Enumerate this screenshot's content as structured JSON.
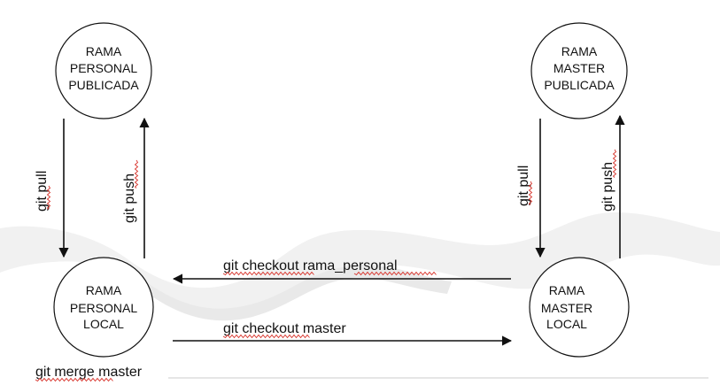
{
  "colors": {
    "ink": "#111111",
    "background_wave": "#f0f0f0",
    "spellcheck_underline": "#d8342c"
  },
  "nodes": {
    "personal_published": {
      "lines": [
        "RAMA",
        "PERSONAL",
        "PUBLICADA"
      ]
    },
    "master_published": {
      "lines": [
        "RAMA",
        "MASTER",
        "PUBLICADA"
      ]
    },
    "personal_local": {
      "lines": [
        "RAMA",
        "PERSONAL",
        "LOCAL"
      ]
    },
    "master_local": {
      "lines": [
        "RAMA",
        "MASTER",
        "LOCAL"
      ]
    }
  },
  "edges": {
    "personal_pull": "git pull",
    "personal_push": "git push",
    "master_pull": "git pull",
    "master_push": "git push",
    "checkout_personal": "git checkout rama_personal",
    "checkout_master": "git checkout master"
  },
  "footer_text": "git merge master"
}
